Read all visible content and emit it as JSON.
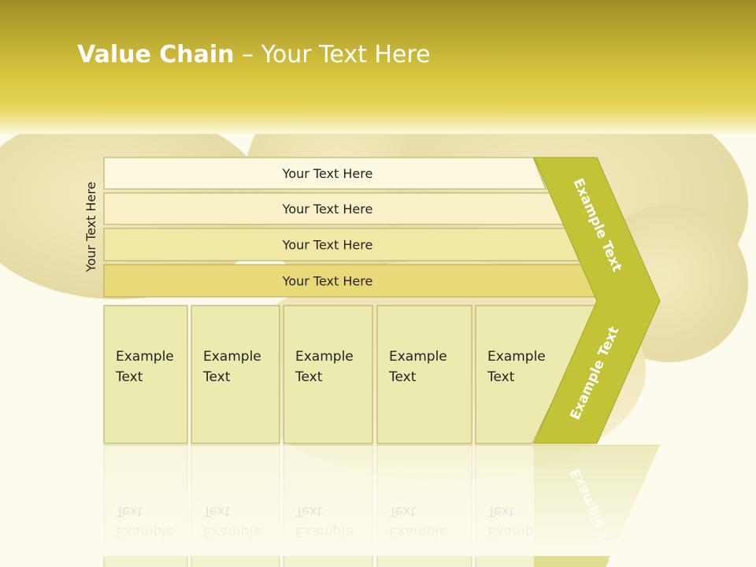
{
  "slide": {
    "title_bold": "Value Chain",
    "title_rest": " – Your Text Here",
    "side_label": "Your Text Here",
    "rows": [
      {
        "label": "Your Text Here"
      },
      {
        "label": "Your Text Here"
      },
      {
        "label": "Your Text Here"
      },
      {
        "label": "Your Text Here"
      }
    ],
    "boxes": [
      {
        "line1": "Example",
        "line2": "Text"
      },
      {
        "line1": "Example",
        "line2": "Text"
      },
      {
        "line1": "Example",
        "line2": "Text"
      },
      {
        "line1": "Example",
        "line2": "Text"
      },
      {
        "line1": "Example",
        "line2": "Text"
      }
    ],
    "chevron_top_label": "Example Text",
    "chevron_bottom_label": "Example Text"
  },
  "colors": {
    "header_top": "#9f8e26",
    "header_bottom": "#e3cf49",
    "chevron": "#c3c338",
    "row_1": "#fcf8e0",
    "row_2": "#f8f1c8",
    "row_3": "#f1e8a6",
    "row_4": "#e9da79",
    "box_fill": "#ecebaf",
    "stroke": "#b5a75a",
    "text": "#222222"
  }
}
